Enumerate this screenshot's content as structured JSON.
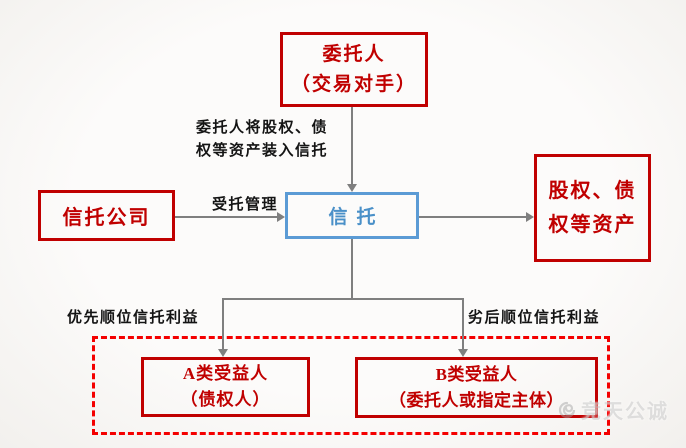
{
  "diagram": {
    "nodes": {
      "consignor": {
        "line1": "委托人",
        "line2": "（交易对手）"
      },
      "trust_company": {
        "label": "信托公司"
      },
      "trust": {
        "label": "信托"
      },
      "assets": {
        "line1": "股权、债",
        "line2": "权等资产"
      },
      "beneficiary_a": {
        "line1": "A类受益人",
        "line2": "（债权人）"
      },
      "beneficiary_b": {
        "line1": "B类受益人",
        "line2": "（委托人或指定主体）"
      }
    },
    "edge_labels": {
      "entrust_line1": "委托人将股权、债",
      "entrust_line2": "权等资产装入信托",
      "managed": "受托管理",
      "senior": "优先顺位信托利益",
      "junior": "劣后顺位信托利益"
    },
    "watermark": "竞天公诚",
    "colors": {
      "solid_box_red": "#c00000",
      "dashed_box_red": "#f40000",
      "trust_blue": "#5b9bd5",
      "arrow_gray": "#7f7f7f",
      "label_black": "#141414"
    }
  }
}
